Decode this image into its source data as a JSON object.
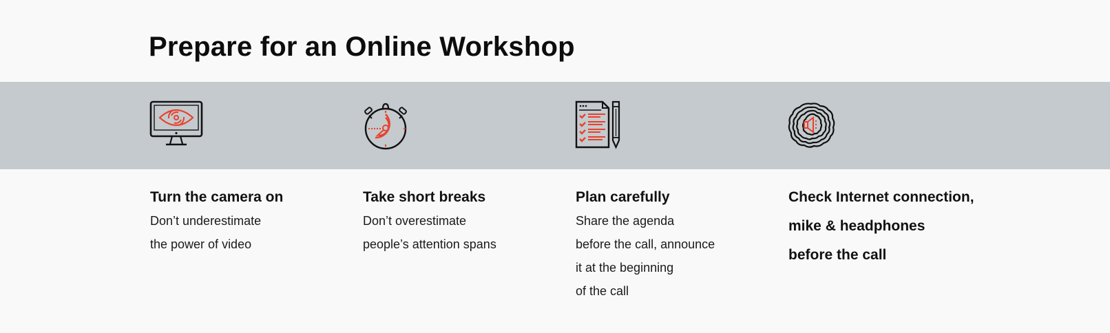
{
  "title": "Prepare for an Online Workshop",
  "colors": {
    "background": "#f9f9f9",
    "band": "#c4cacd",
    "accent": "#e8412c",
    "icon_stroke": "#111111",
    "text": "#111111"
  },
  "tips": [
    {
      "icon": "monitor-eye-icon",
      "title": "Turn the camera on",
      "body": [
        "Don’t underestimate",
        "the power of video"
      ]
    },
    {
      "icon": "stopwatch-icon",
      "title": "Take short breaks",
      "body": [
        "Don’t overestimate",
        "people’s attention spans"
      ]
    },
    {
      "icon": "checklist-pencil-icon",
      "title": "Plan carefully",
      "body": [
        "Share the agenda",
        "before the call, announce",
        "it at the beginning",
        "of the call"
      ]
    },
    {
      "icon": "speaker-waves-icon",
      "title_lines": [
        "Check Internet connection,",
        "mike & headphones",
        "before the call"
      ]
    }
  ]
}
